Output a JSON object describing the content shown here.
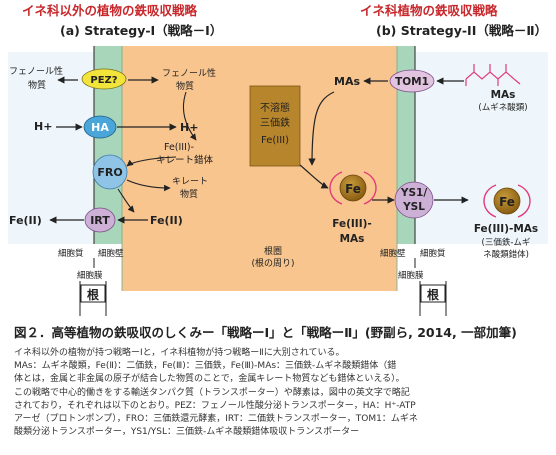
{
  "header": {
    "left_title": "イネ科以外の植物の鉄吸収戦略",
    "left_subtitle": "(a) Strategy-I（戦略－Ⅰ）",
    "right_title": "イネ科植物の鉄吸収戦略",
    "right_subtitle": "(b) Strategy-II（戦略－Ⅱ）"
  },
  "left_panel": {
    "phenol_outer": [
      "フェノール性",
      "物質"
    ],
    "phenol_inner": [
      "フェノール性",
      "物質"
    ],
    "pez": "PEZ?",
    "h_outer": "H+",
    "ha": "HA",
    "h_inner": "H+",
    "fro": "FRO",
    "fe3_chelate": [
      "Fe(III)-",
      "キレート錯体"
    ],
    "chelate_substance": [
      "キレート",
      "物質"
    ],
    "fe2_outer": "Fe(II)",
    "irt": "IRT",
    "fe2_inner": "Fe(II)",
    "cytoplasm": "細胞質",
    "cell_wall": "細胞壁",
    "membrane": "細胞膜",
    "root": "根"
  },
  "center": {
    "insoluble_fe": [
      "不溶態",
      "三価鉄",
      "Fe(III)"
    ],
    "rhizosphere": [
      "根圏",
      "(根の周り)"
    ]
  },
  "right_panel": {
    "mas_inner": "MAs",
    "tom1": "TOM1",
    "mas_mol": [
      "MAs",
      "(ムギネ酸類)"
    ],
    "fe_inner": "Fe",
    "fe3_mas_inner": [
      "Fe(III)-",
      "MAs"
    ],
    "ys1": [
      "YS1/",
      "YSL"
    ],
    "fe_outer": "Fe",
    "fe3_mas_outer": [
      "Fe(III)-MAs",
      "(三価鉄-ムギ",
      "ネ酸類錯体)"
    ],
    "cytoplasm": "細胞質",
    "cell_wall": "細胞壁",
    "membrane": "細胞膜",
    "root": "根"
  },
  "caption": {
    "title": "図２．高等植物の鉄吸収のしくみー「戦略ーⅠ」と「戦略ーⅡ」(野副ら, 2014, 一部加筆)",
    "lines": [
      "イネ科以外の植物が持つ戦略ーⅠと，イネ科植物が持つ戦略ーⅡに大別されている。",
      "MAs：ムギネ酸類，Fe(Ⅱ)：二価鉄，Fe(Ⅲ)：三価鉄，Fe(Ⅲ)-MAs：三価鉄-ムギネ酸類錯体（錯",
      "体とは，金属と非金属の原子が結合した物質のことで，金属キレート物質なども錯体といえる）。",
      "この戦略で中心的働きをする輸送タンパク質（トランスポーター）や酵素は，図中の英文字で略記",
      "されており，それぞれは以下のとおり。PEZ：フェノール性酸分泌トランスポーター，HA：H⁺-ATP",
      "アーゼ（プロトンポンプ），FRO：三価鉄還元酵素，IRT：二価鉄トランスポーター，TOM1：ムギネ",
      "酸類分泌トランスポーター，YS1/YSL：三価鉄-ムギネ酸類錯体吸収トランスポーター"
    ]
  },
  "colors": {
    "rhizosphere": "#f8c58f",
    "cell_wall": "#a8d6ba",
    "cytoplasm": "#eef6fb",
    "title_red": "#c8282c",
    "pez": "#f2e43a",
    "ha": "#4aa5d8",
    "fro": "#8fc4e6",
    "irt": "#cdb0d6",
    "tom1": "#e3c4e0",
    "ys1": "#cdb0d6",
    "fe_ball": "#a87a1e",
    "insoluble_box": "#b7852b",
    "molecule": "#e23c7a",
    "arrow": "#222222"
  }
}
